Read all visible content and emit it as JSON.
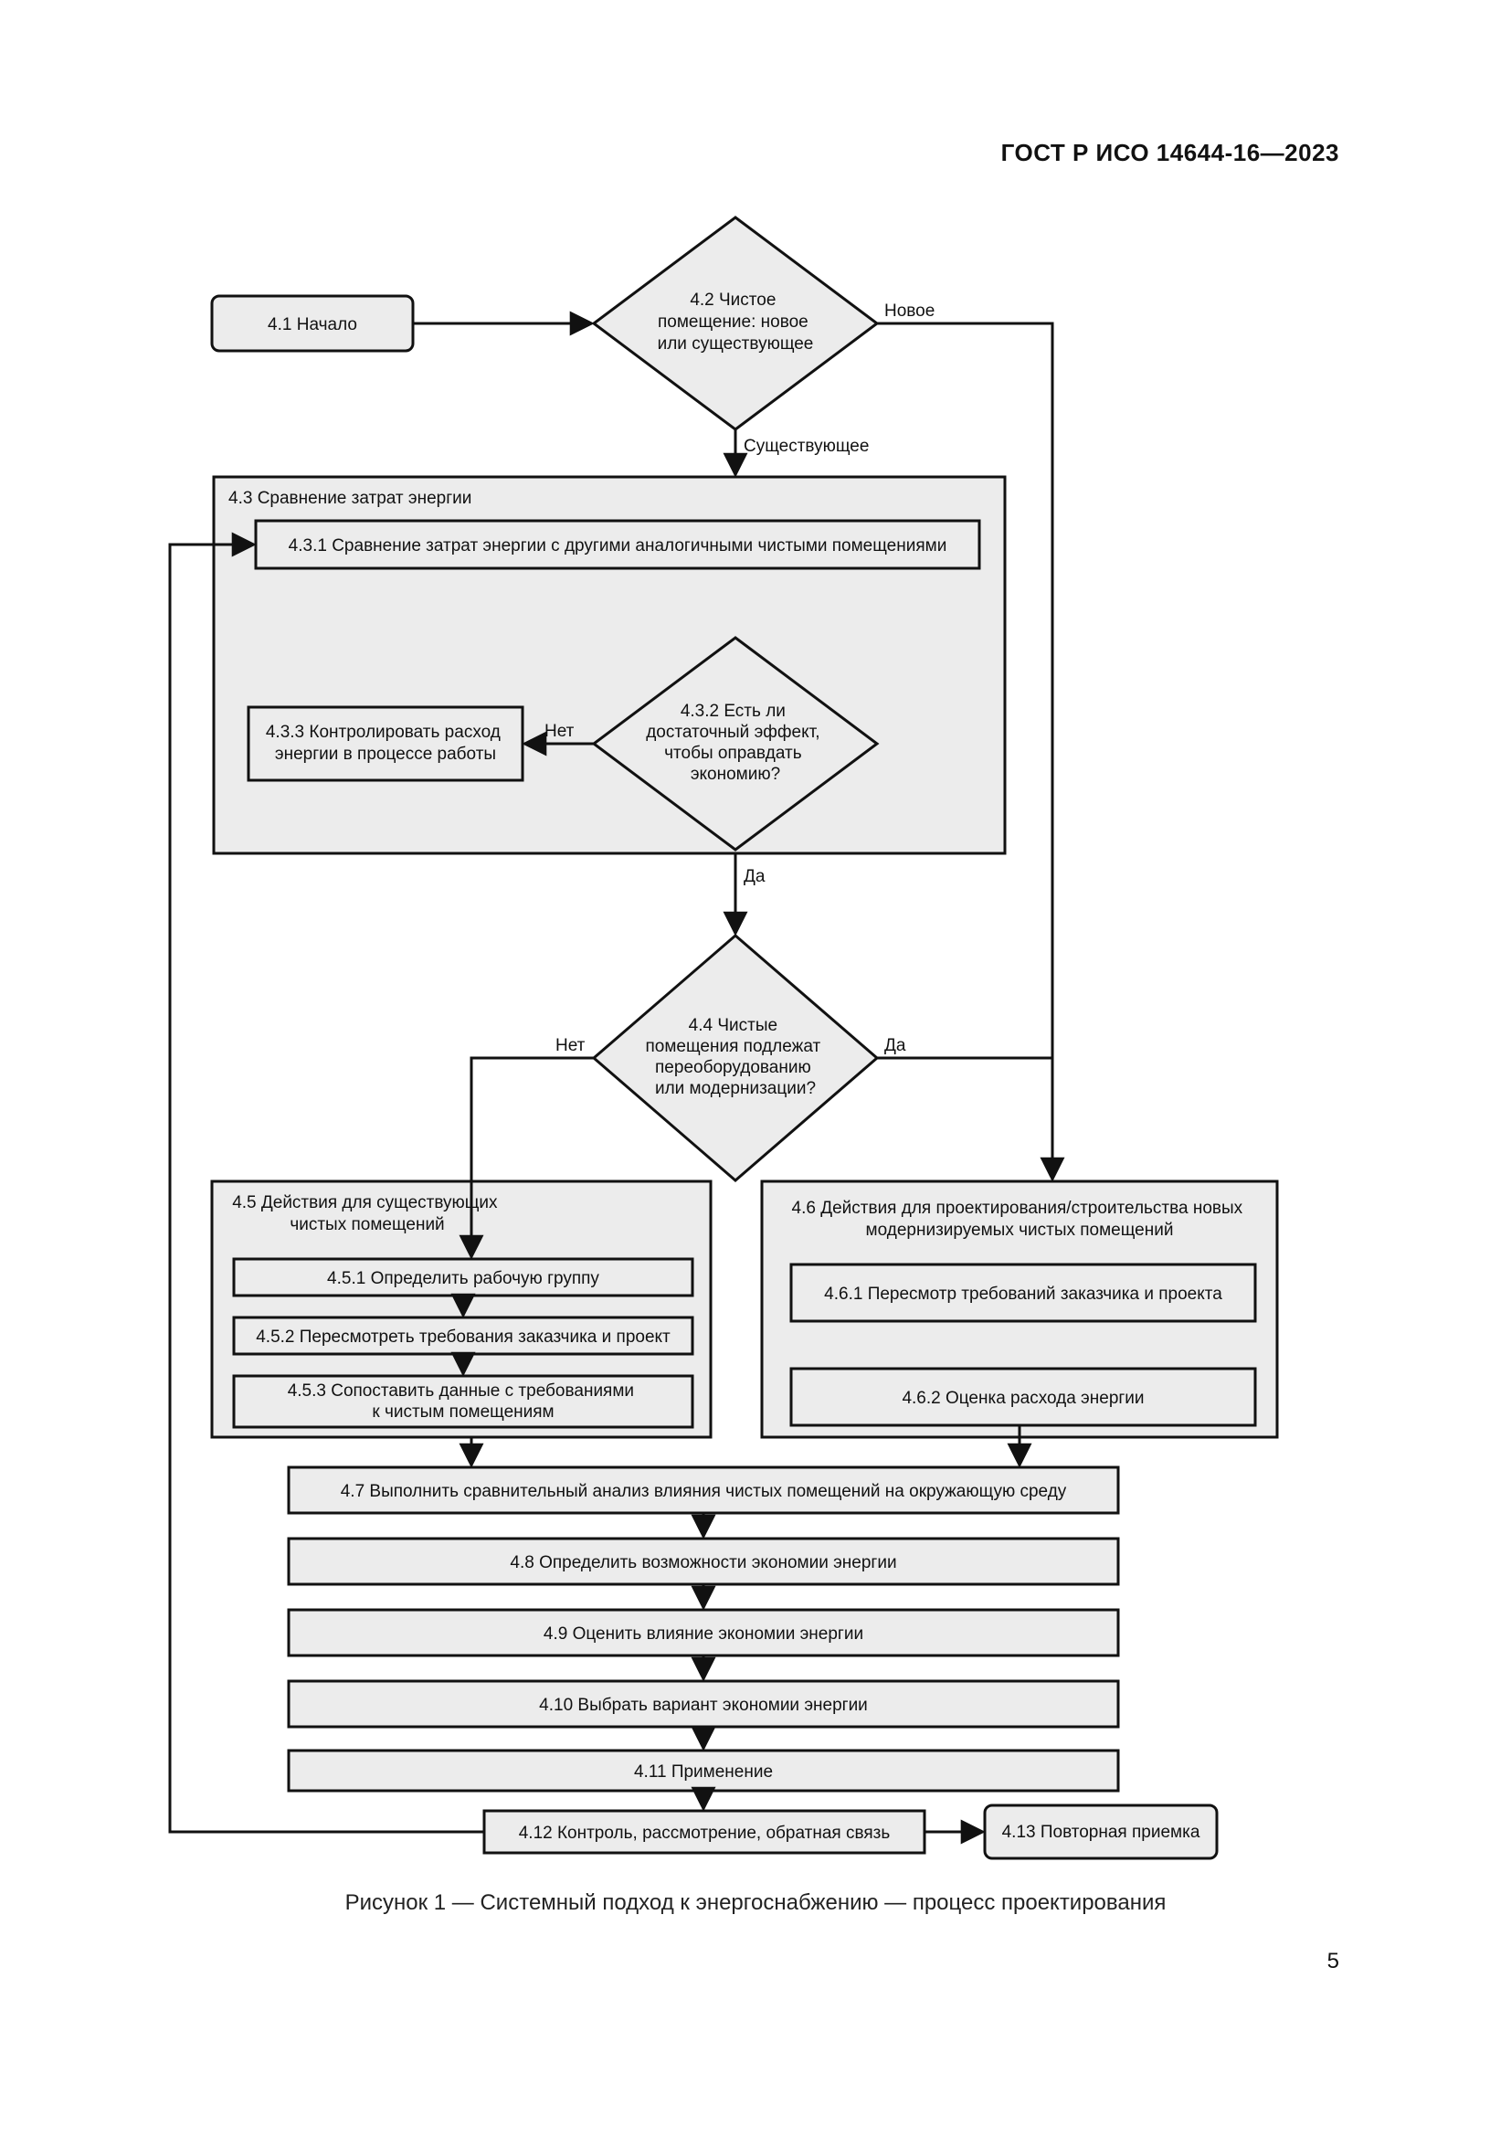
{
  "document": {
    "code": "ГОСТ Р ИСО 14644-16—2023",
    "caption": "Рисунок 1 — Системный подход к энергоснабжению — процесс проектирования",
    "page_number": "5"
  },
  "nodes": {
    "start": "4.1 Начало",
    "decision_new_or_existing": [
      "4.2 Чистое",
      "помещение: новое",
      "или существующее"
    ],
    "group_energy_comparison": "4.3 Сравнение затрат энергии",
    "compare_with_similar": "4.3.1 Сравнение затрат энергии с другими аналогичными чистыми помещениями",
    "decision_enough_effect": [
      "4.3.2 Есть ли",
      "достаточный эффект,",
      "чтобы оправдать",
      "экономию?"
    ],
    "monitor_energy": [
      "4.3.3 Контролировать расход",
      "энергии в процессе работы"
    ],
    "decision_refit": [
      "4.4 Чистые",
      "помещения подлежат",
      "переоборудованию",
      "или модернизации?"
    ],
    "group_existing_actions": [
      "4.5 Действия для существующих",
      "чистых помещений"
    ],
    "define_work_group": "4.5.1 Определить рабочую группу",
    "review_requirements_existing": "4.5.2 Пересмотреть требования заказчика и проект",
    "compare_data": [
      "4.5.3 Сопоставить данные с требованиями",
      "к чистым помещениям"
    ],
    "group_new_actions": [
      "4.6 Действия для проектирования/строительства новых",
      "модернизируемых чистых помещений"
    ],
    "review_requirements_new": "4.6.1 Пересмотр требований заказчика и проекта",
    "energy_estimate": "4.6.2 Оценка расхода энергии",
    "environment_analysis": "4.7 Выполнить сравнительный анализ влияния чистых помещений на окружающую среду",
    "savings_opportunities": "4.8 Определить возможности экономии энергии",
    "savings_impact": "4.9 Оценить влияние экономии энергии",
    "savings_option": "4.10 Выбрать вариант экономии энергии",
    "implementation": "4.11 Применение",
    "control_review": "4.12 Контроль, рассмотрение, обратная связь",
    "reacceptance": "4.13 Повторная приемка"
  },
  "labels": {
    "new": "Новое",
    "existing": "Существующее",
    "no_1": "Нет",
    "yes_1": "Да",
    "no_2": "Нет",
    "yes_2": "Да"
  },
  "colors": {
    "box_fill": "#ececec",
    "group_fill": "#ececec",
    "line": "#111111"
  }
}
